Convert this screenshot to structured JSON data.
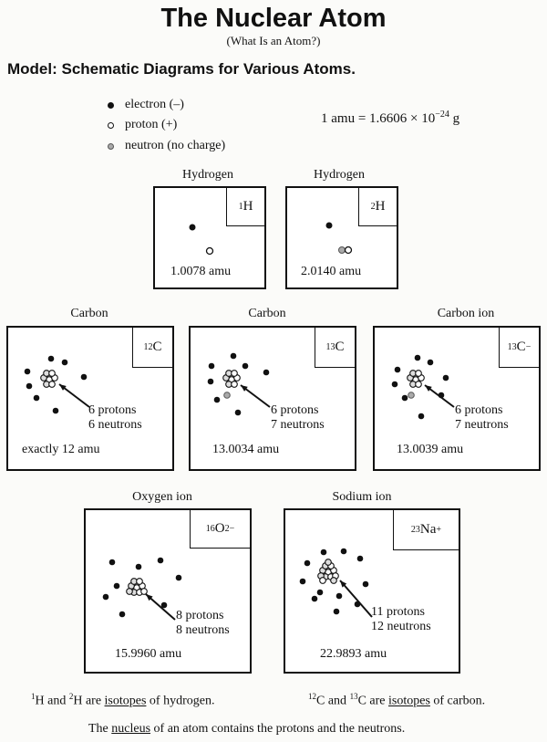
{
  "title": "The Nuclear Atom",
  "subtitle": "(What Is an Atom?)",
  "model_heading": "Model:  Schematic Diagrams for Various Atoms.",
  "legend": {
    "electron": "electron (–)",
    "proton": "proton (+)",
    "neutron": "neutron (no charge)"
  },
  "amu_def": {
    "lhs": "1 amu = ",
    "mantissa": "1.6606 × 10",
    "exponent": "−24",
    "unit": " g"
  },
  "atoms": {
    "h1": {
      "label": "Hydrogen",
      "mass_number": "1",
      "symbol": "H",
      "charge": "",
      "mass": "1.0078 amu"
    },
    "h2": {
      "label": "Hydrogen",
      "mass_number": "2",
      "symbol": "H",
      "charge": "",
      "mass": "2.0140 amu"
    },
    "c12": {
      "label": "Carbon",
      "mass_number": "12",
      "symbol": "C",
      "charge": "",
      "protons": "6 protons",
      "neutrons": "6 neutrons",
      "mass": "exactly 12 amu"
    },
    "c13": {
      "label": "Carbon",
      "mass_number": "13",
      "symbol": "C",
      "charge": "",
      "protons": "6 protons",
      "neutrons": "7 neutrons",
      "mass": "13.0034 amu"
    },
    "c13ion": {
      "label": "Carbon ion",
      "mass_number": "13",
      "symbol": "C",
      "charge": "−",
      "protons": "6 protons",
      "neutrons": "7 neutrons",
      "mass": "13.0039 amu"
    },
    "o16": {
      "label": "Oxygen ion",
      "mass_number": "16",
      "symbol": "O",
      "charge": "2−",
      "protons": "8 protons",
      "neutrons": "8 neutrons",
      "mass": "15.9960 amu"
    },
    "na23": {
      "label": "Sodium ion",
      "mass_number": "23",
      "symbol": "Na",
      "charge": "+",
      "protons": "11 protons",
      "neutrons": "12 neutrons",
      "mass": "22.9893 amu"
    }
  },
  "footnotes": {
    "left": {
      "sup1": "1",
      "t1": "H and ",
      "sup2": "2",
      "t2": "H are ",
      "u": "isotopes",
      "t3": " of hydrogen."
    },
    "right": {
      "sup1": "12",
      "t1": "C and ",
      "sup2": "13",
      "t2": "C are ",
      "u": "isotopes",
      "t3": " of carbon."
    },
    "bottom": {
      "t1": "The ",
      "u": "nucleus",
      "t2": " of an atom contains the protons and the neutrons."
    }
  }
}
